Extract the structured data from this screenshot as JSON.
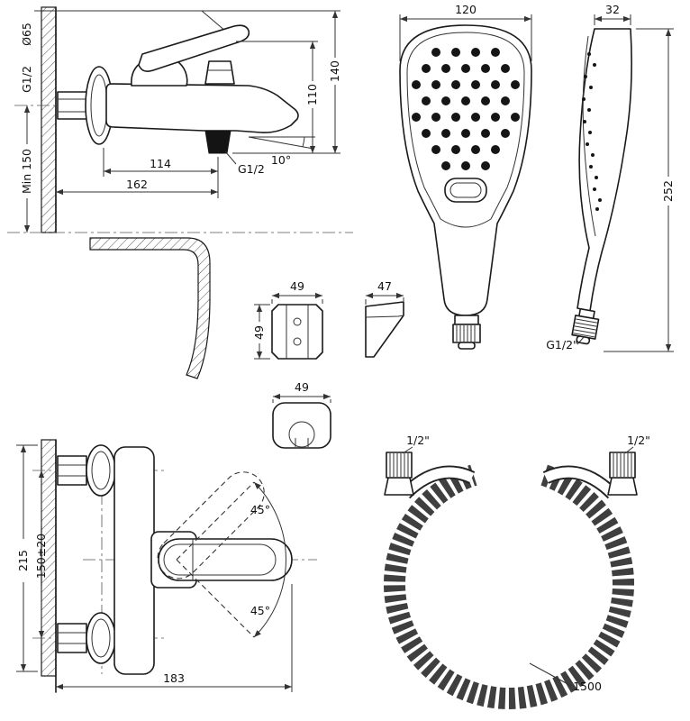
{
  "drawing": {
    "mixer_side": {
      "flange_dia": "Ø65",
      "wall_thread": "G1/2",
      "min_height": "Min 150",
      "height_total": "140",
      "height_spout": "110",
      "proj_outlet": "114",
      "proj_total": "162",
      "outlet_thread": "G1/2",
      "spout_angle": "10°"
    },
    "shower_front": {
      "width": "120"
    },
    "shower_side": {
      "depth": "32",
      "height": "252",
      "thread": "G1/2\""
    },
    "holder_front": {
      "width": "49",
      "height": "49"
    },
    "holder_side": {
      "depth": "47"
    },
    "holder_bottom": {
      "width": "49"
    },
    "mixer_front": {
      "height_total": "215",
      "inlet_spacing": "150±20",
      "width": "183",
      "swing_up": "45°",
      "swing_down": "45°"
    },
    "hose": {
      "conn_left": "1/2\"",
      "conn_right": "1/2\"",
      "length": "1500"
    }
  }
}
